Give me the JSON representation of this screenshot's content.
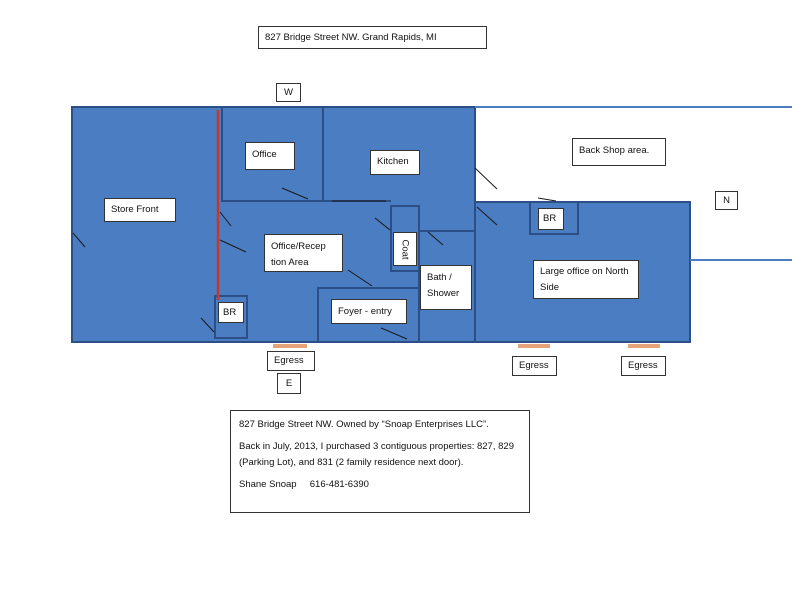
{
  "title": "827 Bridge Street NW.  Grand Rapids, MI",
  "compass": {
    "west": "W",
    "north": "N",
    "east": "E"
  },
  "rooms": {
    "store_front": "Store Front",
    "office": "Office",
    "kitchen": "Kitchen",
    "office_reception": "Office/Recep tion Area",
    "coat": "Coat",
    "bath_shower": "Bath / Shower",
    "foyer": "Foyer - entry",
    "br_left": "BR",
    "br_right": "BR",
    "large_office": "Large office on North Side",
    "back_shop": "Back Shop area."
  },
  "egress": [
    "Egress",
    "Egress",
    "Egress"
  ],
  "note": {
    "line1": "827 Bridge Street NW.  Owned by “Snoap Enterprises LLC”.",
    "line2": "Back in July, 2013, I purchased 3 contiguous properties: 827, 829 (Parking Lot), and 831 (2 family residence next door).",
    "line3": "Shane Snoap     616-481-6390"
  },
  "colors": {
    "floor": "#4a7dc1",
    "wall": "#2b4f86",
    "red_wall": "#c0392b",
    "egress_pad": "#e5a37a"
  }
}
